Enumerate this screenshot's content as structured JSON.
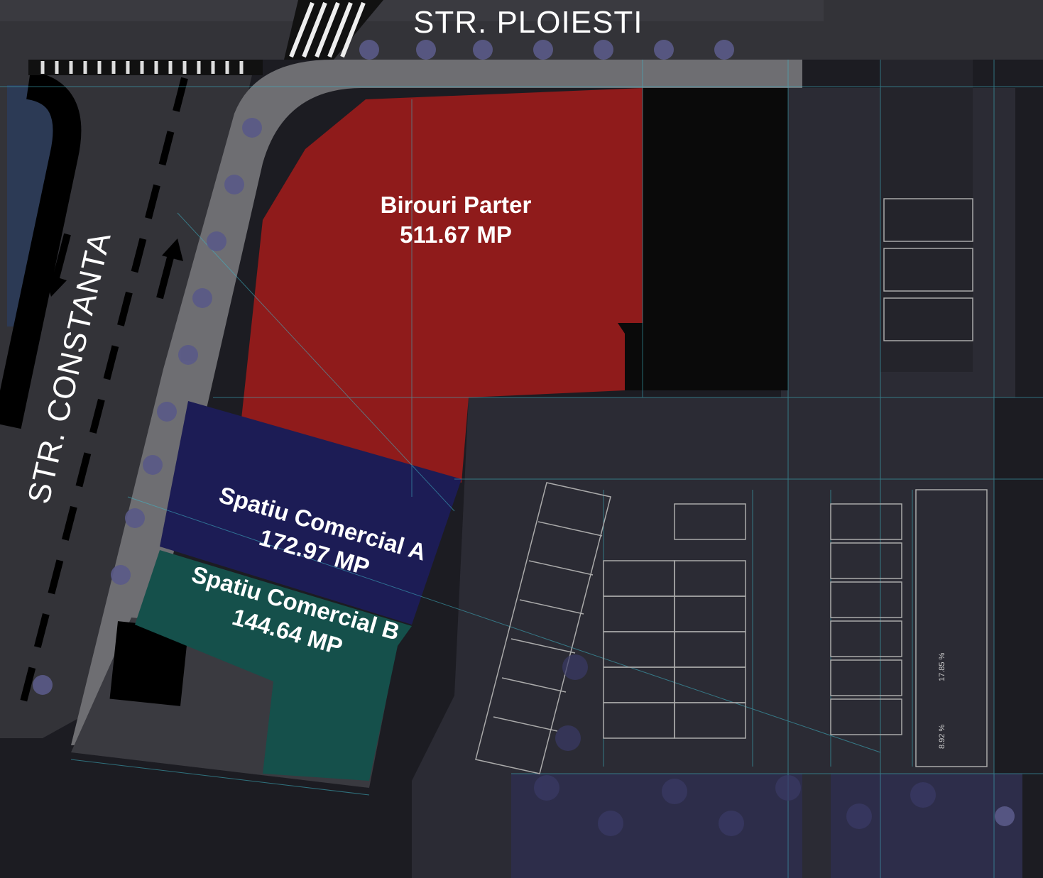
{
  "streets": {
    "north": "STR. PLOIESTI",
    "west": "STR. CONSTANTA"
  },
  "zones": [
    {
      "name": "Birouri Parter",
      "area": "511.67 MP",
      "color": "#8f1b1b"
    },
    {
      "name": "Spatiu Comercial A",
      "area": "172.97 MP",
      "color": "#1c1c55"
    },
    {
      "name": "Spatiu Comercial B",
      "area": "144.64 MP",
      "color": "#15504b"
    }
  ],
  "ramp_slopes": [
    "17.85 %",
    "8.92 %"
  ],
  "colors": {
    "background": "#1c1c22",
    "road": "#333338",
    "sidewalk": "#6e6e72",
    "building_core": "#0a0a0a",
    "parking": "#2b2b34",
    "cad_lines": "#3fb7c8"
  }
}
